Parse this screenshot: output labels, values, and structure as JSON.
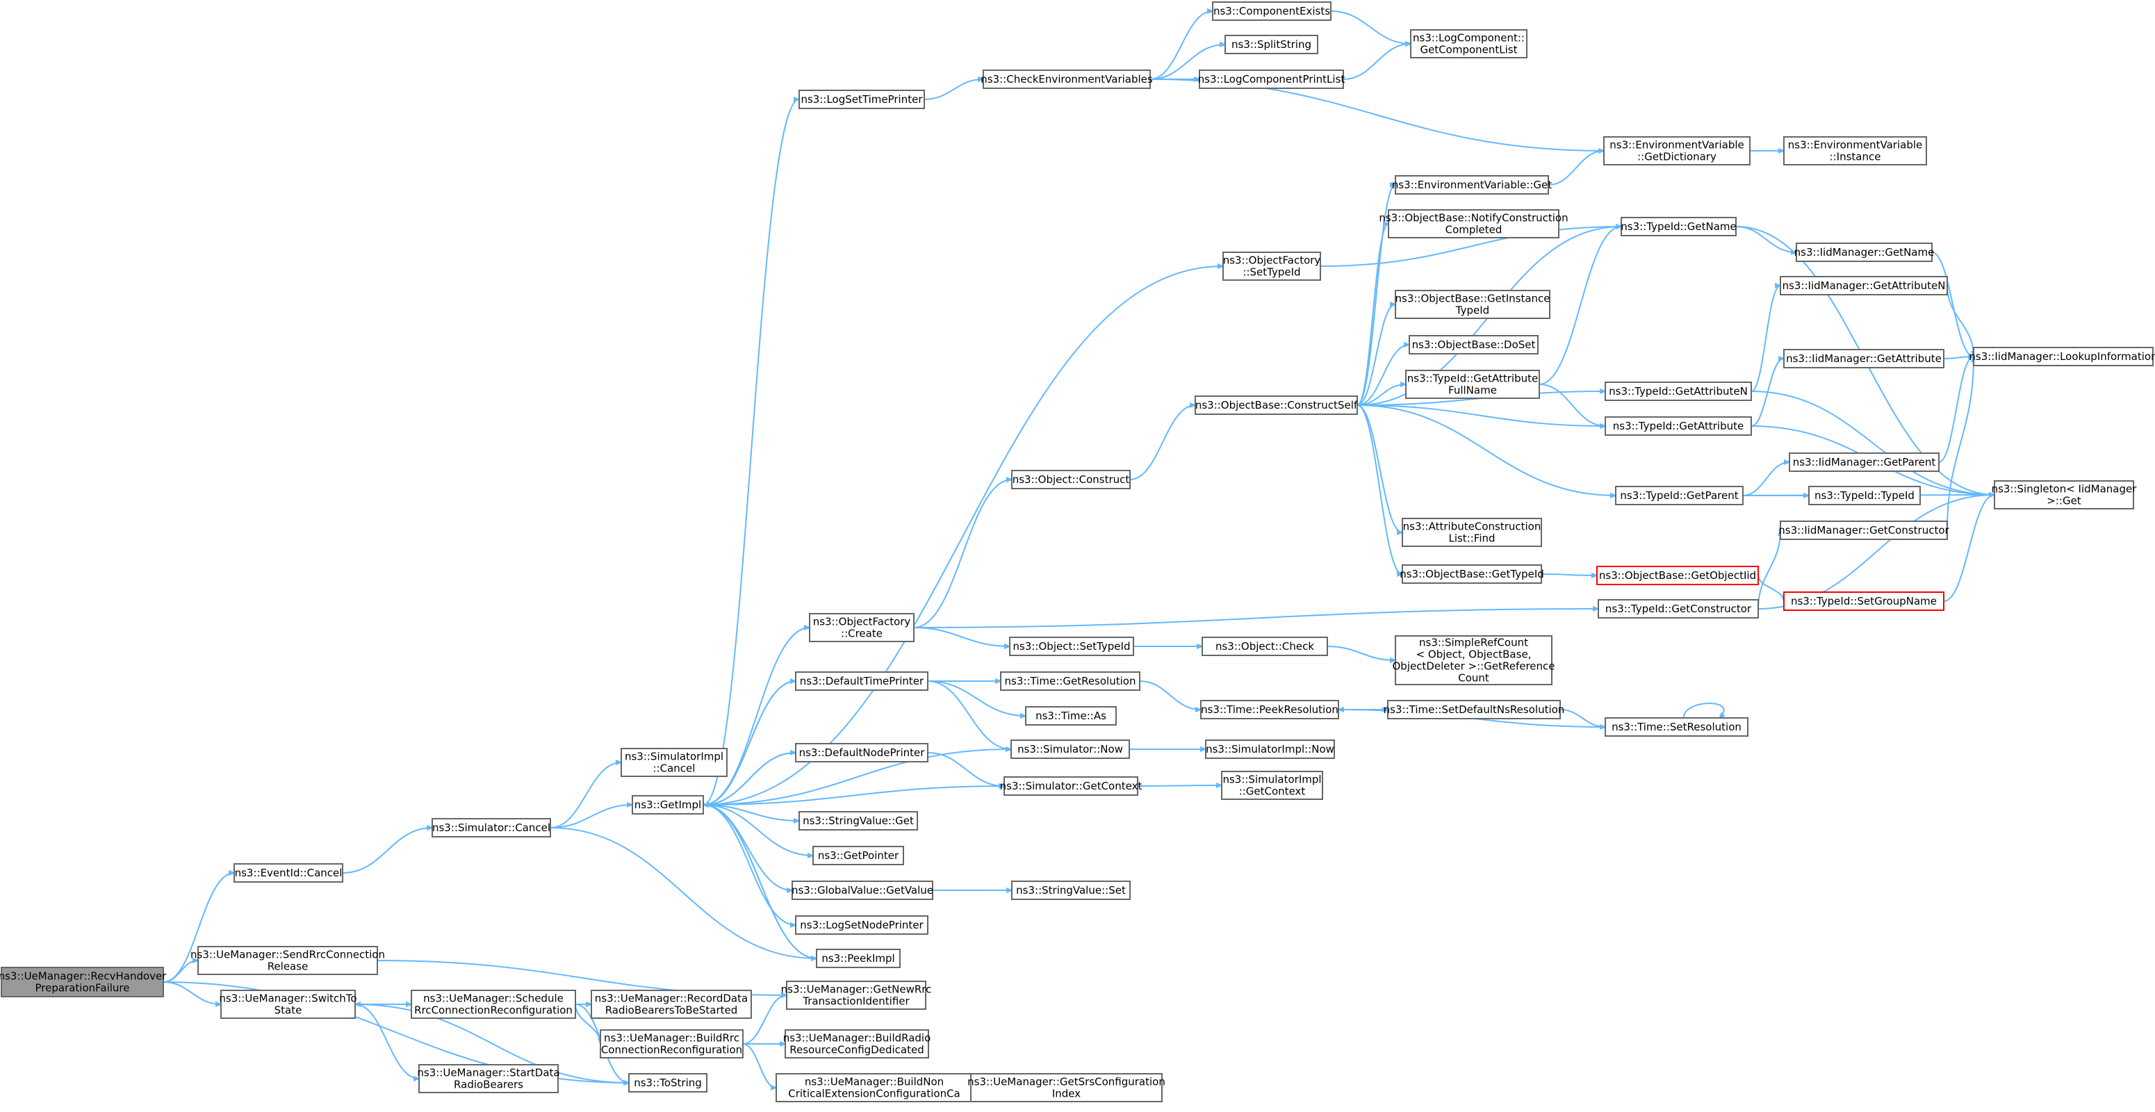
{
  "diagram": {
    "colors": {
      "edge": "#63b8ff",
      "node_border": "#666666",
      "root_fill": "#999999",
      "highlight_border": "#ff0000"
    },
    "nodes": [
      {
        "id": "root",
        "lines": [
          "ns3::UeManager::RecvHandover",
          "PreparationFailure"
        ]
      },
      {
        "id": "eventid_cancel",
        "lines": [
          "ns3::EventId::Cancel"
        ]
      },
      {
        "id": "send_rrc_release",
        "lines": [
          "ns3::UeManager::SendRrcConnection",
          "Release"
        ]
      },
      {
        "id": "switch_to_state",
        "lines": [
          "ns3::UeManager::SwitchTo",
          "State"
        ]
      },
      {
        "id": "sim_cancel",
        "lines": [
          "ns3::Simulator::Cancel"
        ]
      },
      {
        "id": "simimpl_cancel",
        "lines": [
          "ns3::SimulatorImpl",
          "::Cancel"
        ]
      },
      {
        "id": "getimpl",
        "lines": [
          "ns3::GetImpl"
        ]
      },
      {
        "id": "schedule_rrc",
        "lines": [
          "ns3::UeManager::Schedule",
          "RrcConnectionReconfiguration"
        ]
      },
      {
        "id": "start_data",
        "lines": [
          "ns3::UeManager::StartData",
          "RadioBearers"
        ]
      },
      {
        "id": "record_data",
        "lines": [
          "ns3::UeManager::RecordData",
          "RadioBearersToBeStarted"
        ]
      },
      {
        "id": "build_rrc",
        "lines": [
          "ns3::UeManager::BuildRrc",
          "ConnectionReconfiguration"
        ]
      },
      {
        "id": "tostring",
        "lines": [
          "ns3::ToString"
        ]
      },
      {
        "id": "log_set_time_printer",
        "lines": [
          "ns3::LogSetTimePrinter"
        ]
      },
      {
        "id": "objfactory_create",
        "lines": [
          "ns3::ObjectFactory",
          "::Create"
        ]
      },
      {
        "id": "default_time_printer",
        "lines": [
          "ns3::DefaultTimePrinter"
        ]
      },
      {
        "id": "default_node_printer",
        "lines": [
          "ns3::DefaultNodePrinter"
        ]
      },
      {
        "id": "stringvalue_get",
        "lines": [
          "ns3::StringValue::Get"
        ]
      },
      {
        "id": "getpointer",
        "lines": [
          "ns3::GetPointer"
        ]
      },
      {
        "id": "globalvalue_getvalue",
        "lines": [
          "ns3::GlobalValue::GetValue"
        ]
      },
      {
        "id": "log_set_node_printer",
        "lines": [
          "ns3::LogSetNodePrinter"
        ]
      },
      {
        "id": "peekimpl",
        "lines": [
          "ns3::PeekImpl"
        ]
      },
      {
        "id": "get_new_rrc",
        "lines": [
          "ns3::UeManager::GetNewRrc",
          "TransactionIdentifier"
        ]
      },
      {
        "id": "build_radio",
        "lines": [
          "ns3::UeManager::BuildRadio",
          "ResourceConfigDedicated"
        ]
      },
      {
        "id": "build_non_critical",
        "lines": [
          "ns3::UeManager::BuildNon",
          "CriticalExtensionConfigurationCa"
        ]
      },
      {
        "id": "check_env",
        "lines": [
          "ns3::CheckEnvironmentVariables"
        ]
      },
      {
        "id": "objfactory_settypeid",
        "lines": [
          "ns3::ObjectFactory",
          "::SetTypeId"
        ]
      },
      {
        "id": "object_construct",
        "lines": [
          "ns3::Object::Construct"
        ]
      },
      {
        "id": "object_settypeid",
        "lines": [
          "ns3::Object::SetTypeId"
        ]
      },
      {
        "id": "time_getresolution",
        "lines": [
          "ns3::Time::GetResolution"
        ]
      },
      {
        "id": "time_as",
        "lines": [
          "ns3::Time::As"
        ]
      },
      {
        "id": "simulator_now",
        "lines": [
          "ns3::Simulator::Now"
        ]
      },
      {
        "id": "simulator_getcontext",
        "lines": [
          "ns3::Simulator::GetContext"
        ]
      },
      {
        "id": "stringvalue_set",
        "lines": [
          "ns3::StringValue::Set"
        ]
      },
      {
        "id": "get_srs_config",
        "lines": [
          "ns3::UeManager::GetSrsConfiguration",
          "Index"
        ]
      },
      {
        "id": "component_exists",
        "lines": [
          "ns3::ComponentExists"
        ]
      },
      {
        "id": "splitstring",
        "lines": [
          "ns3::SplitString"
        ]
      },
      {
        "id": "log_component_print_list",
        "lines": [
          "ns3::LogComponentPrintList"
        ]
      },
      {
        "id": "objbase_constructself",
        "lines": [
          "ns3::ObjectBase::ConstructSelf"
        ]
      },
      {
        "id": "object_check",
        "lines": [
          "ns3::Object::Check"
        ]
      },
      {
        "id": "time_peekresolution",
        "lines": [
          "ns3::Time::PeekResolution"
        ]
      },
      {
        "id": "simimpl_now",
        "lines": [
          "ns3::SimulatorImpl::Now"
        ]
      },
      {
        "id": "simimpl_getcontext",
        "lines": [
          "ns3::SimulatorImpl",
          "::GetContext"
        ]
      },
      {
        "id": "logcomponent_getlist",
        "lines": [
          "ns3::LogComponent::",
          "GetComponentList"
        ]
      },
      {
        "id": "envvar_get",
        "lines": [
          "ns3::EnvironmentVariable::Get"
        ]
      },
      {
        "id": "objbase_notify",
        "lines": [
          "ns3::ObjectBase::NotifyConstruction",
          "Completed"
        ]
      },
      {
        "id": "objbase_getinstance",
        "lines": [
          "ns3::ObjectBase::GetInstance",
          "TypeId"
        ]
      },
      {
        "id": "objbase_doset",
        "lines": [
          "ns3::ObjectBase::DoSet"
        ]
      },
      {
        "id": "typeid_getattr_fullname",
        "lines": [
          "ns3::TypeId::GetAttribute",
          "FullName"
        ]
      },
      {
        "id": "attr_construction_find",
        "lines": [
          "ns3::AttributeConstruction",
          "List::Find"
        ]
      },
      {
        "id": "objbase_gettypeid",
        "lines": [
          "ns3::ObjectBase::GetTypeId"
        ]
      },
      {
        "id": "simplerefcount",
        "lines": [
          "ns3::SimpleRefCount",
          "< Object, ObjectBase,",
          "ObjectDeleter >::GetReference",
          "Count"
        ]
      },
      {
        "id": "time_setdefaultns",
        "lines": [
          "ns3::Time::SetDefaultNsResolution"
        ]
      },
      {
        "id": "envvar_getdictionary",
        "lines": [
          "ns3::EnvironmentVariable",
          "::GetDictionary"
        ]
      },
      {
        "id": "typeid_getname",
        "lines": [
          "ns3::TypeId::GetName"
        ]
      },
      {
        "id": "typeid_getattributen",
        "lines": [
          "ns3::TypeId::GetAttributeN"
        ]
      },
      {
        "id": "typeid_getattribute",
        "lines": [
          "ns3::TypeId::GetAttribute"
        ]
      },
      {
        "id": "typeid_getparent",
        "lines": [
          "ns3::TypeId::GetParent"
        ]
      },
      {
        "id": "objbase_getobjectiid",
        "lines": [
          "ns3::ObjectBase::GetObjectIid"
        ],
        "highlight": true
      },
      {
        "id": "typeid_getconstructor",
        "lines": [
          "ns3::TypeId::GetConstructor"
        ]
      },
      {
        "id": "time_setresolution",
        "lines": [
          "ns3::Time::SetResolution"
        ]
      },
      {
        "id": "envvar_instance",
        "lines": [
          "ns3::EnvironmentVariable",
          "::Instance"
        ]
      },
      {
        "id": "iid_getname",
        "lines": [
          "ns3::IidManager::GetName"
        ]
      },
      {
        "id": "iid_getattributen",
        "lines": [
          "ns3::IidManager::GetAttributeN"
        ]
      },
      {
        "id": "iid_getattribute",
        "lines": [
          "ns3::IidManager::GetAttribute"
        ]
      },
      {
        "id": "iid_getparent",
        "lines": [
          "ns3::IidManager::GetParent"
        ]
      },
      {
        "id": "typeid_typeid",
        "lines": [
          "ns3::TypeId::TypeId"
        ]
      },
      {
        "id": "iid_getconstructor",
        "lines": [
          "ns3::IidManager::GetConstructor"
        ]
      },
      {
        "id": "typeid_setgroupname",
        "lines": [
          "ns3::TypeId::SetGroupName"
        ],
        "highlight": true
      },
      {
        "id": "iid_lookup",
        "lines": [
          "ns3::IidManager::LookupInformation"
        ]
      },
      {
        "id": "singleton_get",
        "lines": [
          "ns3::Singleton< IidManager",
          ">::Get"
        ]
      }
    ]
  }
}
